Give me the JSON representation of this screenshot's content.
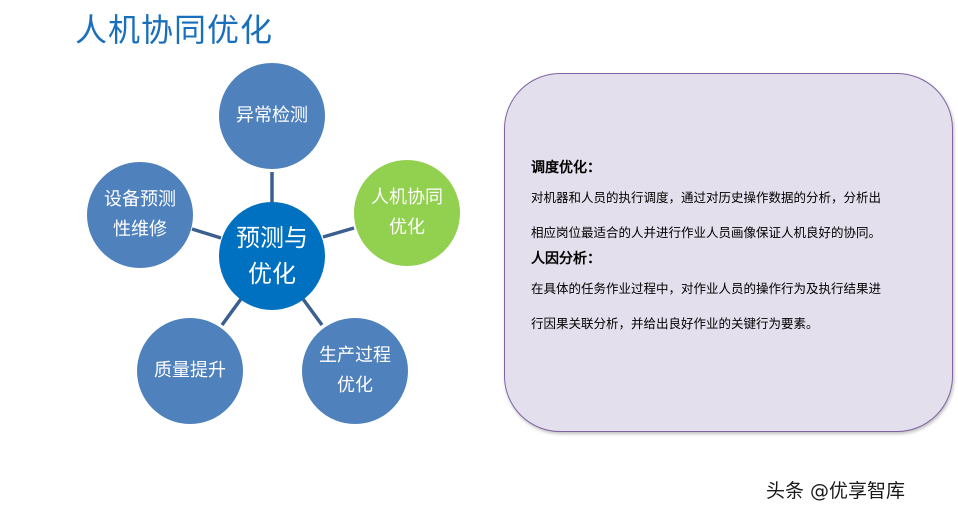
{
  "title": "人机协同优化",
  "diagram": {
    "center": {
      "label": "预测与优化",
      "color": "#0070c0"
    },
    "nodes": [
      {
        "label": "异常检测",
        "color": "#4f81bd",
        "position": "top"
      },
      {
        "label": "人机协同优化",
        "color": "#92d050",
        "position": "right",
        "highlighted": true
      },
      {
        "label": "生产过程优化",
        "color": "#4f81bd",
        "position": "bottom-right"
      },
      {
        "label": "质量提升",
        "color": "#4f81bd",
        "position": "bottom-left"
      },
      {
        "label": "设备预测性维修",
        "color": "#4f81bd",
        "position": "left"
      }
    ],
    "connector_color": "#3c5f8f"
  },
  "info_box": {
    "background": "#e4dfec",
    "border_color": "#8064a2",
    "sections": [
      {
        "heading": "调度优化：",
        "lines": [
          "对机器和人员的执行调度，通过对历史操作数据的分析，分析出",
          "相应岗位最适合的人并进行作业人员画像保证人机良好的协同。"
        ]
      },
      {
        "heading": "人因分析：",
        "lines": [
          "在具体的任务作业过程中，对作业人员的操作行为及执行结果进",
          "行因果关联分析，并给出良好作业的关键行为要素。"
        ]
      }
    ]
  },
  "watermark": "头条 @优享智库"
}
